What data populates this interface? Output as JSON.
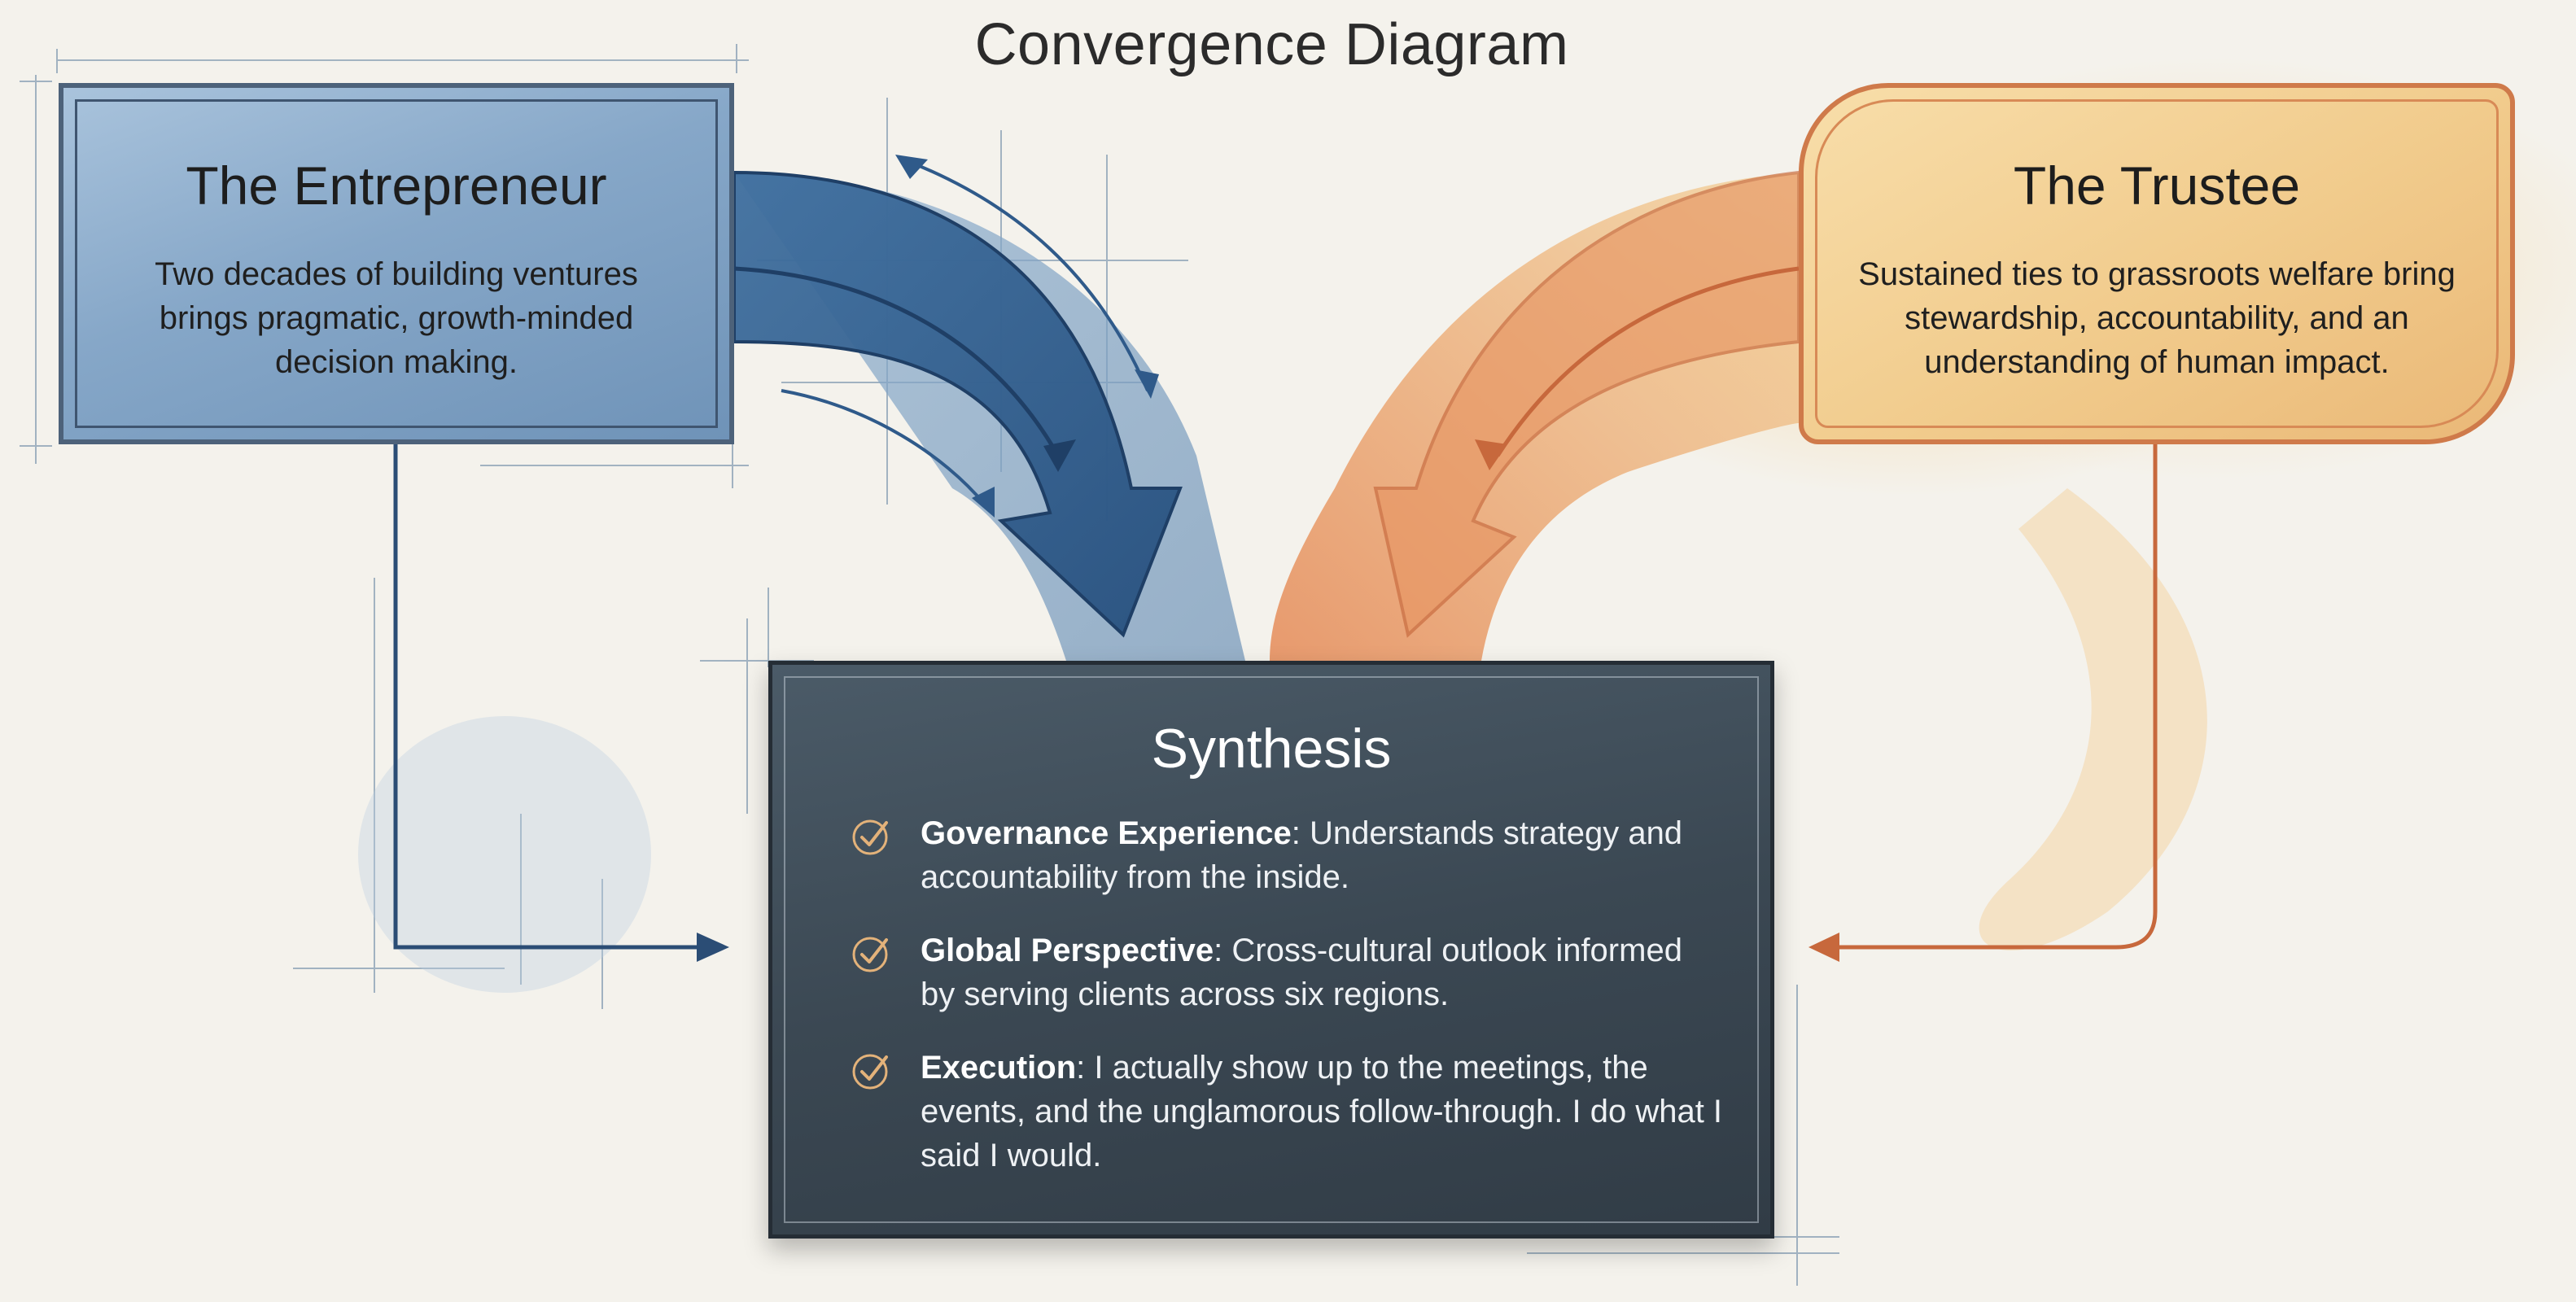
{
  "title": "Convergence Diagram",
  "colors": {
    "background": "#f4f2ec",
    "entrepreneur_accent": "#2f5a8a",
    "trustee_accent": "#d47a47",
    "synthesis_bg": "#3b4853",
    "check_color": "#e3b27a"
  },
  "entrepreneur": {
    "title": "The Entrepreneur",
    "body": "Two decades of building ventures brings pragmatic, growth-minded decision making."
  },
  "trustee": {
    "title": "The Trustee",
    "body": "Sustained ties to grassroots welfare bring stewardship, accountability, and an understanding of human impact."
  },
  "synthesis": {
    "title": "Synthesis",
    "points": [
      {
        "icon": "check-circle-icon",
        "label": "Governance Experience",
        "text": ": Understands strategy and accountability from the inside."
      },
      {
        "icon": "check-circle-icon",
        "label": "Global Perspective",
        "text": ": Cross-cultural outlook informed by serving clients across six regions."
      },
      {
        "icon": "check-circle-icon",
        "label": "Execution",
        "text": ": I actually show up to the meetings, the events, and the unglamorous follow-through. I do what I said I would."
      }
    ]
  }
}
